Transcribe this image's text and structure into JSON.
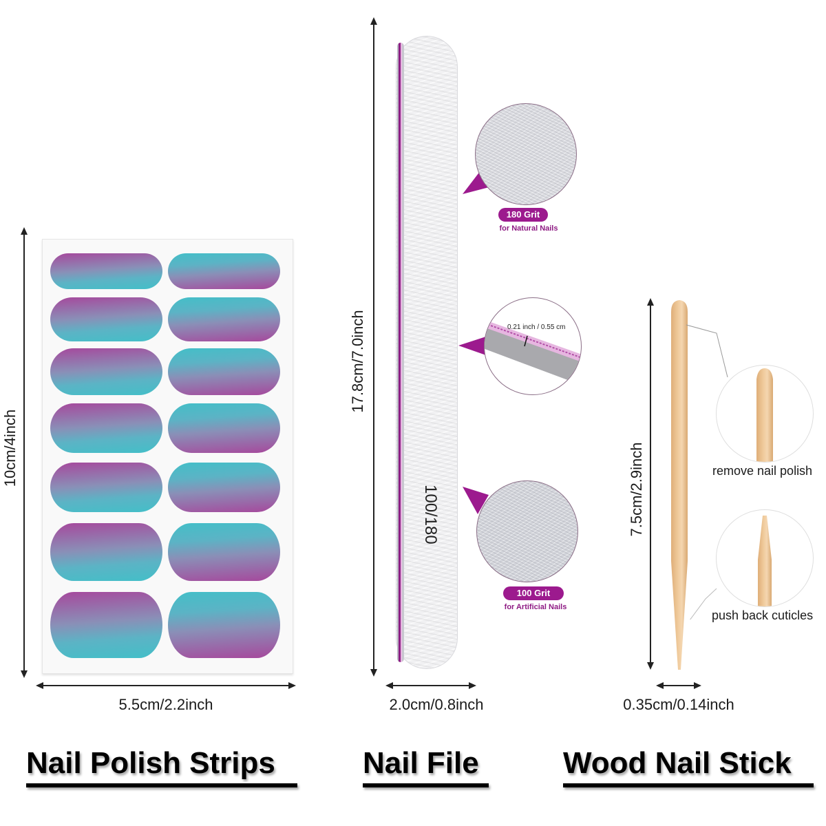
{
  "products": {
    "strips": {
      "title": "Nail Polish Strips",
      "height_label": "10cm/4inch",
      "width_label": "5.5cm/2.2inch",
      "rows": 7,
      "columns": 2,
      "colors": {
        "purple": "#a6489c",
        "teal": "#43bfc8"
      }
    },
    "file": {
      "title": "Nail File",
      "length_label": "17.8cm/7.0inch",
      "width_label": "2.0cm/0.8inch",
      "grit_label": "100/180",
      "thickness_label": "0.21 inch / 0.55 cm",
      "callouts": [
        {
          "badge": "180 Grit",
          "caption": "for Natural Nails"
        },
        {
          "badge": "100 Grit",
          "caption": "for Artificial Nails"
        }
      ],
      "accent_color": "#9c1a8e"
    },
    "stick": {
      "title": "Wood Nail Stick",
      "length_label": "7.5cm/2.9inch",
      "width_label": "0.35cm/0.14inch",
      "callouts": [
        {
          "caption": "remove nail polish"
        },
        {
          "caption": "push back cuticles"
        }
      ]
    }
  }
}
